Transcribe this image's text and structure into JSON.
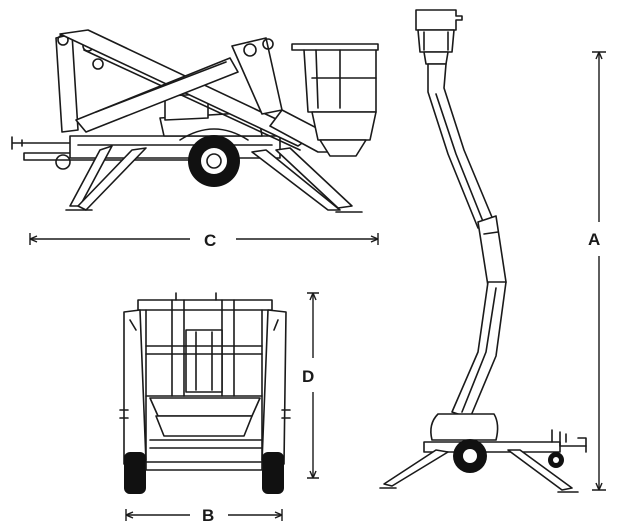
{
  "dimensions": {
    "working_height": "A",
    "overall_width": "B",
    "transport_length": "C",
    "stowed_height": "D"
  },
  "icons": [
    "boom-lift-side-view",
    "boom-lift-front-view",
    "boom-lift-extended-view"
  ]
}
